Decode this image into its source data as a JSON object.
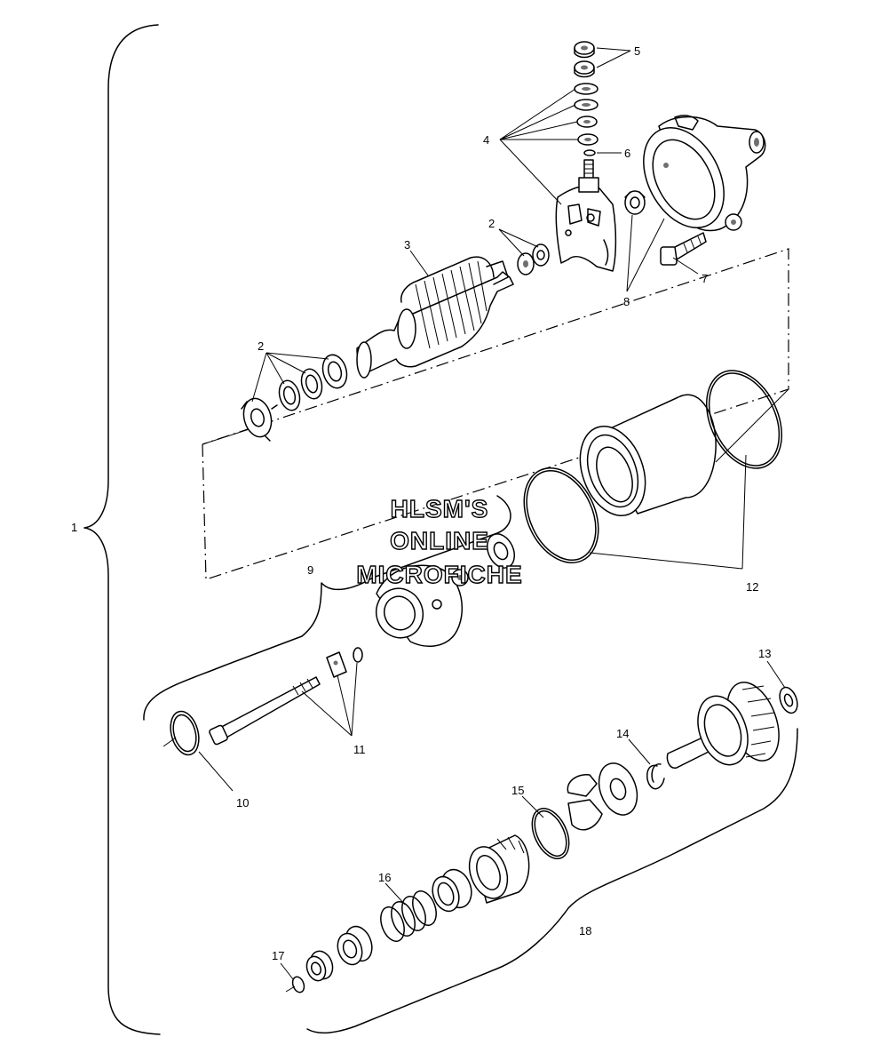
{
  "watermark": {
    "line1": "HLSM'S",
    "line2": "ONLINE",
    "line3": "MICROFICHE"
  },
  "callouts": [
    {
      "id": "c1",
      "label": "1"
    },
    {
      "id": "c2a",
      "label": "2"
    },
    {
      "id": "c2b",
      "label": "2"
    },
    {
      "id": "c3",
      "label": "3"
    },
    {
      "id": "c4",
      "label": "4"
    },
    {
      "id": "c5",
      "label": "5"
    },
    {
      "id": "c6",
      "label": "6"
    },
    {
      "id": "c7",
      "label": "7"
    },
    {
      "id": "c8",
      "label": "8"
    },
    {
      "id": "c9",
      "label": "9"
    },
    {
      "id": "c10",
      "label": "10"
    },
    {
      "id": "c11",
      "label": "11"
    },
    {
      "id": "c12",
      "label": "12"
    },
    {
      "id": "c13",
      "label": "13"
    },
    {
      "id": "c14",
      "label": "14"
    },
    {
      "id": "c15",
      "label": "15"
    },
    {
      "id": "c16",
      "label": "16"
    },
    {
      "id": "c17",
      "label": "17"
    },
    {
      "id": "c18",
      "label": "18"
    }
  ]
}
